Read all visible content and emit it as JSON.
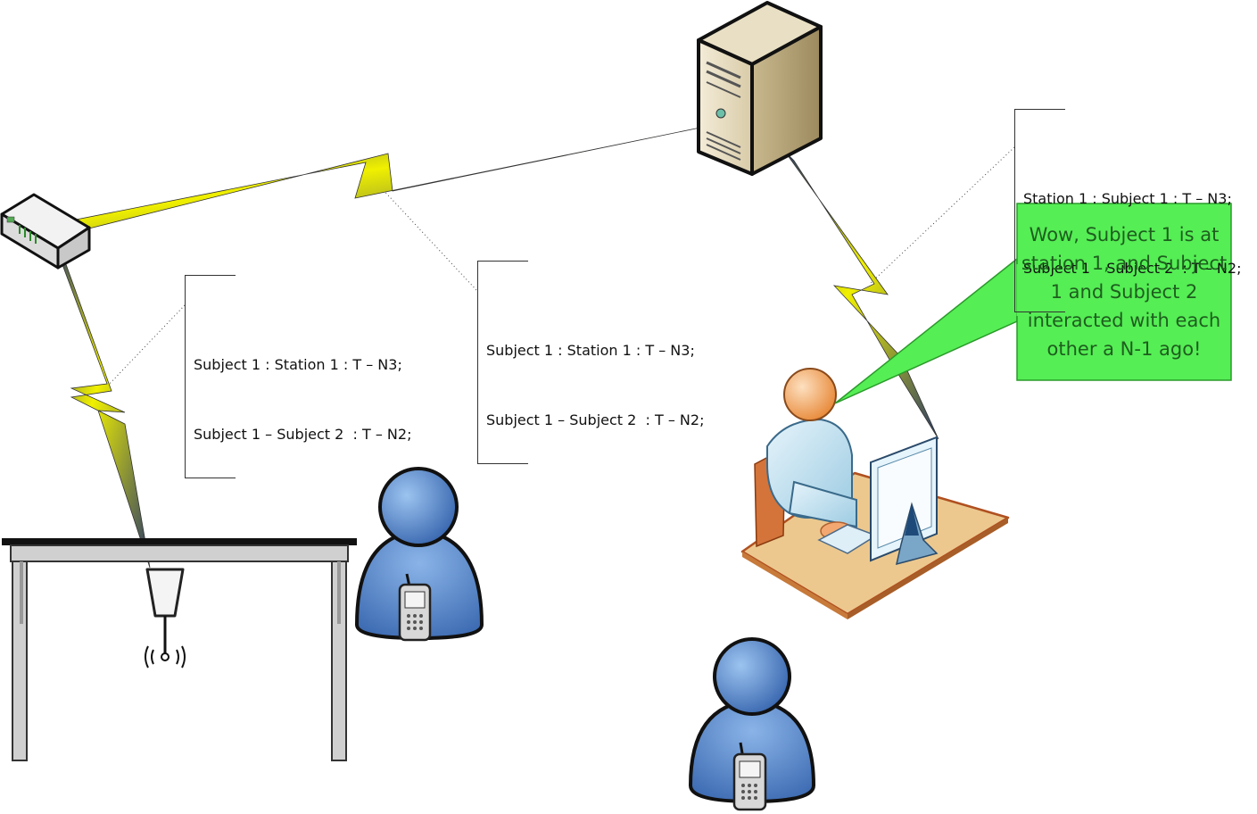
{
  "notes": {
    "router_link": {
      "line1": "Subject 1 : Station 1 : T – N3;",
      "line2": "Subject 1 – Subject 2  : T – N2;"
    },
    "backbone_link": {
      "line1": "Subject 1 : Station 1 : T – N3;",
      "line2": "Subject 1 – Subject 2  : T – N2;"
    },
    "workstation_link": {
      "line1": "Station 1 : Subject 1 : T – N3;",
      "line2": "Subject 1 – Subject 2  : T – N2;"
    }
  },
  "callout": {
    "text": "Wow, Subject 1 is at station 1, and Subject 1 and Subject 2 interacted with each other a N-1 ago!"
  },
  "icons": [
    "server-icon",
    "router-icon",
    "sensor-icon",
    "wireless-signal-icon",
    "user-icon",
    "phone-icon",
    "workstation-user-icon",
    "lightning-link-icon",
    "table-icon"
  ],
  "colors": {
    "lightning": "#e8e800",
    "callout_fill": "#55ee55",
    "callout_text": "#1e5e1e",
    "person_blue": "#4a78c0"
  }
}
